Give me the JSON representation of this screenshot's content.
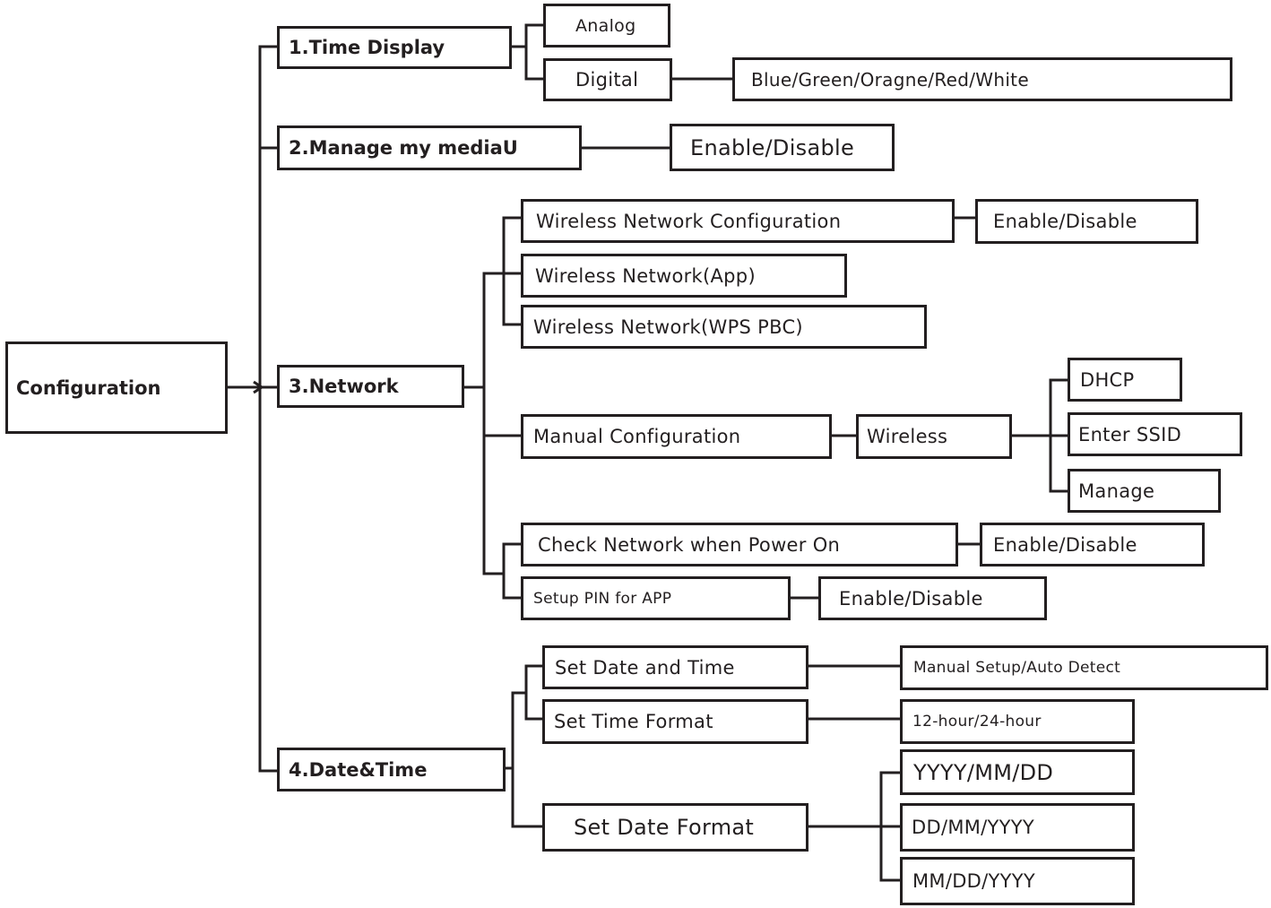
{
  "root": "Configuration",
  "branches": {
    "time_display": {
      "label": "1.Time Display",
      "analog": "Analog",
      "digital": "Digital",
      "digital_colors": "Blue/Green/Oragne/Red/White"
    },
    "manage_mediau": {
      "label": "2.Manage my mediaU",
      "option": "Enable/Disable"
    },
    "network": {
      "label": "3.Network",
      "wireless_config": "Wireless Network Configuration",
      "wireless_config_option": "Enable/Disable",
      "wireless_app": "Wireless Network(App)",
      "wireless_wps": "Wireless Network(WPS PBC)",
      "manual_config": "Manual Configuration",
      "wireless": "Wireless",
      "dhcp": "DHCP",
      "enter_ssid": "Enter SSID",
      "manage": "Manage",
      "check_power_on": "Check Network when Power On",
      "check_power_on_option": "Enable/Disable",
      "setup_pin": "Setup PIN for APP",
      "setup_pin_option": "Enable/Disable"
    },
    "date_time": {
      "label": "4.Date&Time",
      "set_date_time": "Set Date and Time",
      "set_date_time_option": "Manual Setup/Auto Detect",
      "set_time_format": "Set Time Format",
      "time_format_option": "12-hour/24-hour",
      "set_date_format": "Set Date Format",
      "format_ymd": "YYYY/MM/DD",
      "format_dmy": "DD/MM/YYYY",
      "format_mdy": "MM/DD/YYYY"
    }
  }
}
